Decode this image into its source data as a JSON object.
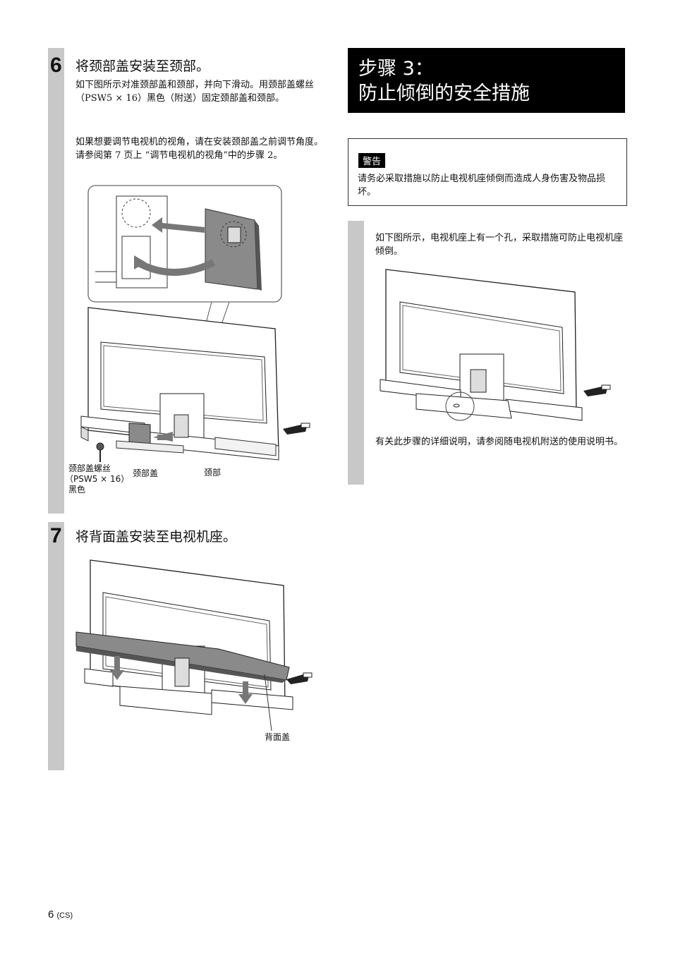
{
  "step6": {
    "number": "6",
    "title": "将颈部盖安装至颈部。",
    "para1": "如下图所示对准颈部盖和颈部，并向下滑动。用颈部盖螺丝（PSW5 × 16）黑色（附送）固定颈部盖和颈部。",
    "para2": "如果想要调节电视机的视角，请在安装颈部盖之前调节角度。请参阅第 7 页上 “调节电视机的视角”中的步骤 2。",
    "labels": {
      "screw_line1": "颈部盖螺丝",
      "screw_line2": "（PSW5 × 16）",
      "screw_line3": "黑色",
      "neck_cover": "颈部盖",
      "neck": "颈部"
    }
  },
  "step7": {
    "number": "7",
    "title": "将背面盖安装至电视机座。",
    "labels": {
      "rear_cover": "背面盖"
    }
  },
  "section3": {
    "line1": "步骤 3：",
    "line2": "防止倾倒的安全措施"
  },
  "warning": {
    "label": "警告",
    "text": "请务必采取措施以防止电视机座倾倒而造成人身伤害及物品损坏。"
  },
  "right_panel": {
    "para1": "如下图所示，电视机座上有一个孔，采取措施可防止电视机座倾倒。",
    "para2": "有关此步骤的详细说明，请参阅随电视机附送的使用说明书。"
  },
  "footer": {
    "page": "6",
    "suffix": "(CS)"
  }
}
